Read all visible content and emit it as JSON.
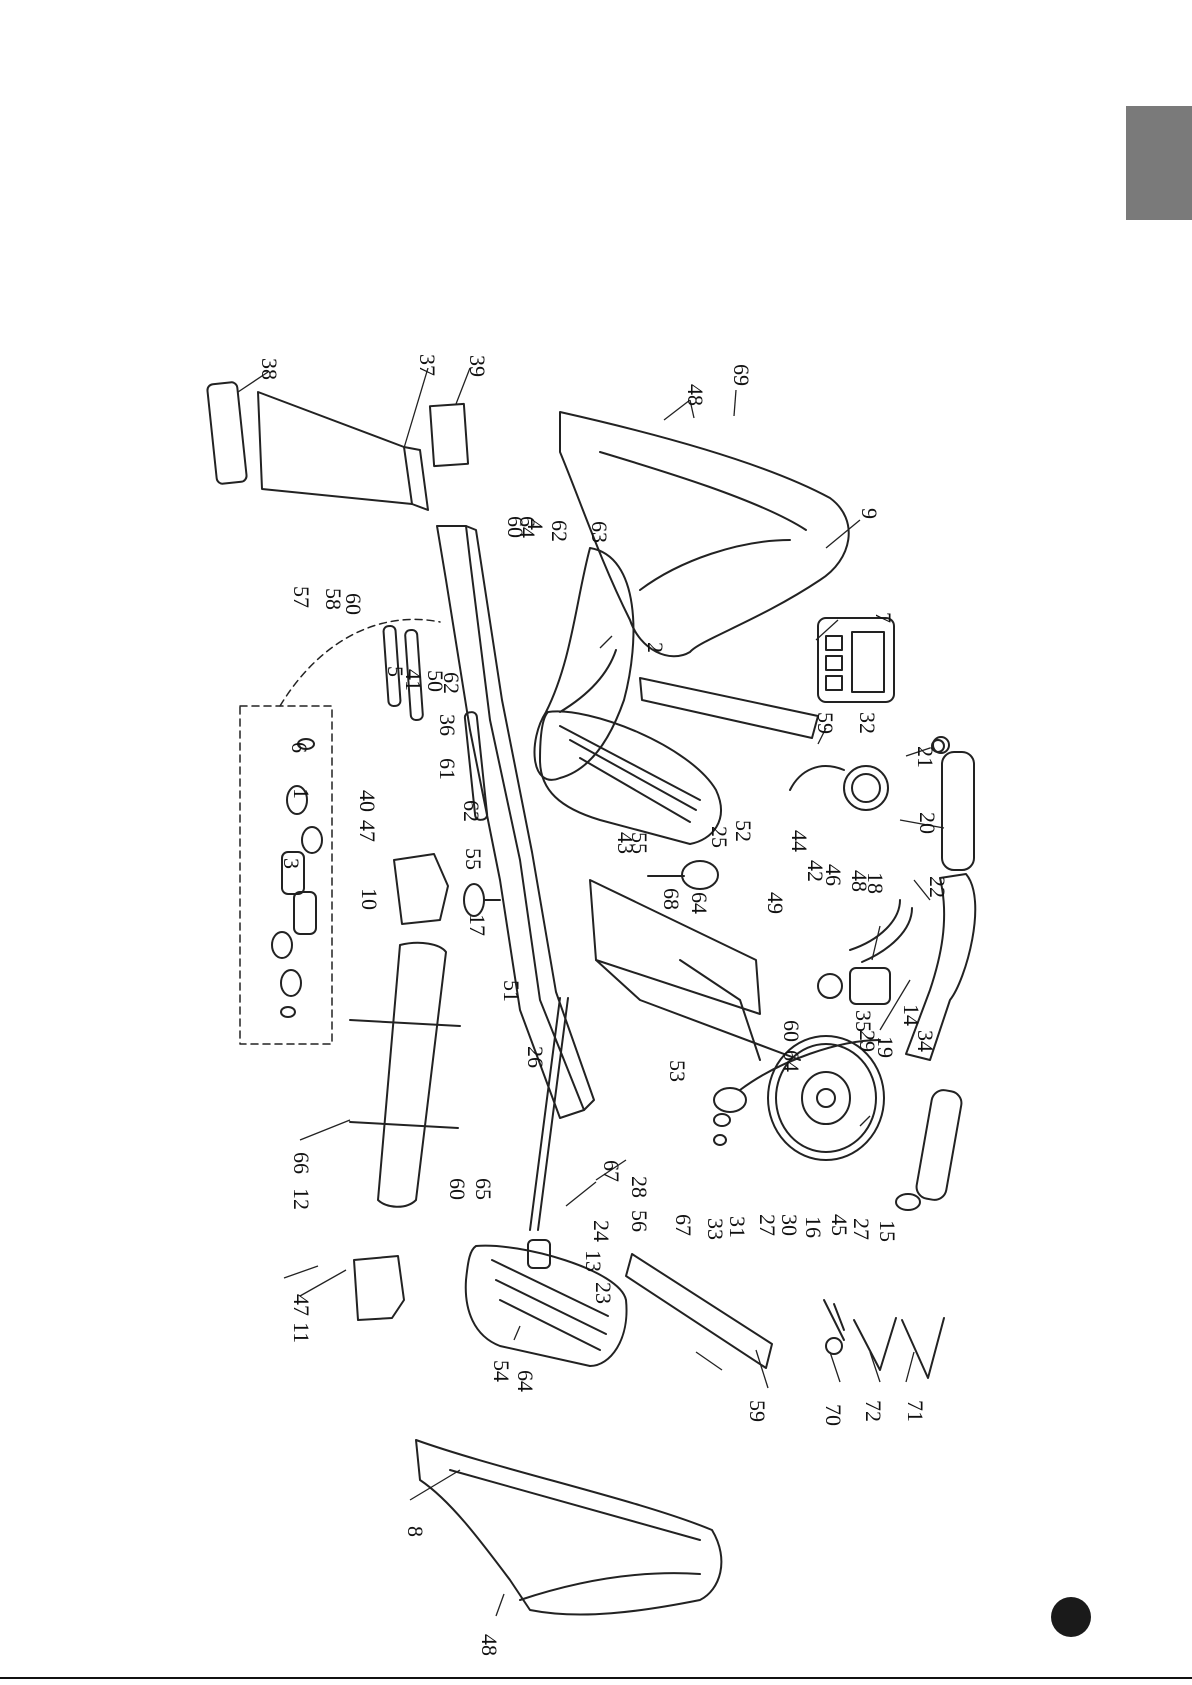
{
  "diagram": {
    "part_labels": [
      "38",
      "37",
      "39",
      "69",
      "48",
      "9",
      "60",
      "64",
      "4",
      "62",
      "63",
      "7",
      "57",
      "58",
      "60",
      "5",
      "41",
      "50",
      "62",
      "36",
      "2",
      "59",
      "32",
      "6",
      "1",
      "61",
      "40",
      "47",
      "62",
      "55",
      "43",
      "55",
      "25",
      "52",
      "44",
      "42",
      "46",
      "48",
      "18",
      "21",
      "20",
      "22",
      "3",
      "10",
      "17",
      "64",
      "68",
      "51",
      "49",
      "60",
      "64",
      "35",
      "29",
      "19",
      "14",
      "34",
      "26",
      "53",
      "66",
      "12",
      "60",
      "65",
      "67",
      "28",
      "56",
      "67",
      "33",
      "31",
      "27",
      "30",
      "16",
      "45",
      "27",
      "15",
      "24",
      "13",
      "23",
      "47",
      "11",
      "54",
      "64",
      "59",
      "70",
      "72",
      "71",
      "8",
      "48"
    ]
  }
}
